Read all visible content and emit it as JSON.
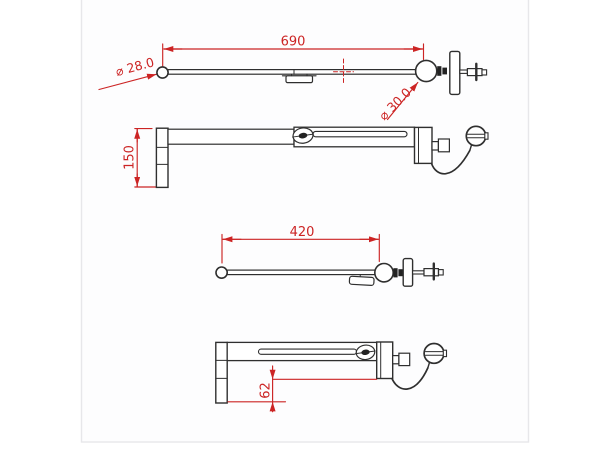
{
  "drawing": {
    "colors": {
      "dimension_red": "#cc2424",
      "line_dark": "#2f2f2f",
      "canvas_border": "#e7e7ea",
      "background": "#ffffff"
    },
    "dimensions": {
      "top_extended_length": "690",
      "left_end_diameter": "⌀ 28.0",
      "right_swivel_diameter": "⌀ 30.0",
      "side_extended_height": "150",
      "top_short_length": "420",
      "side_short_offset": "62"
    }
  }
}
